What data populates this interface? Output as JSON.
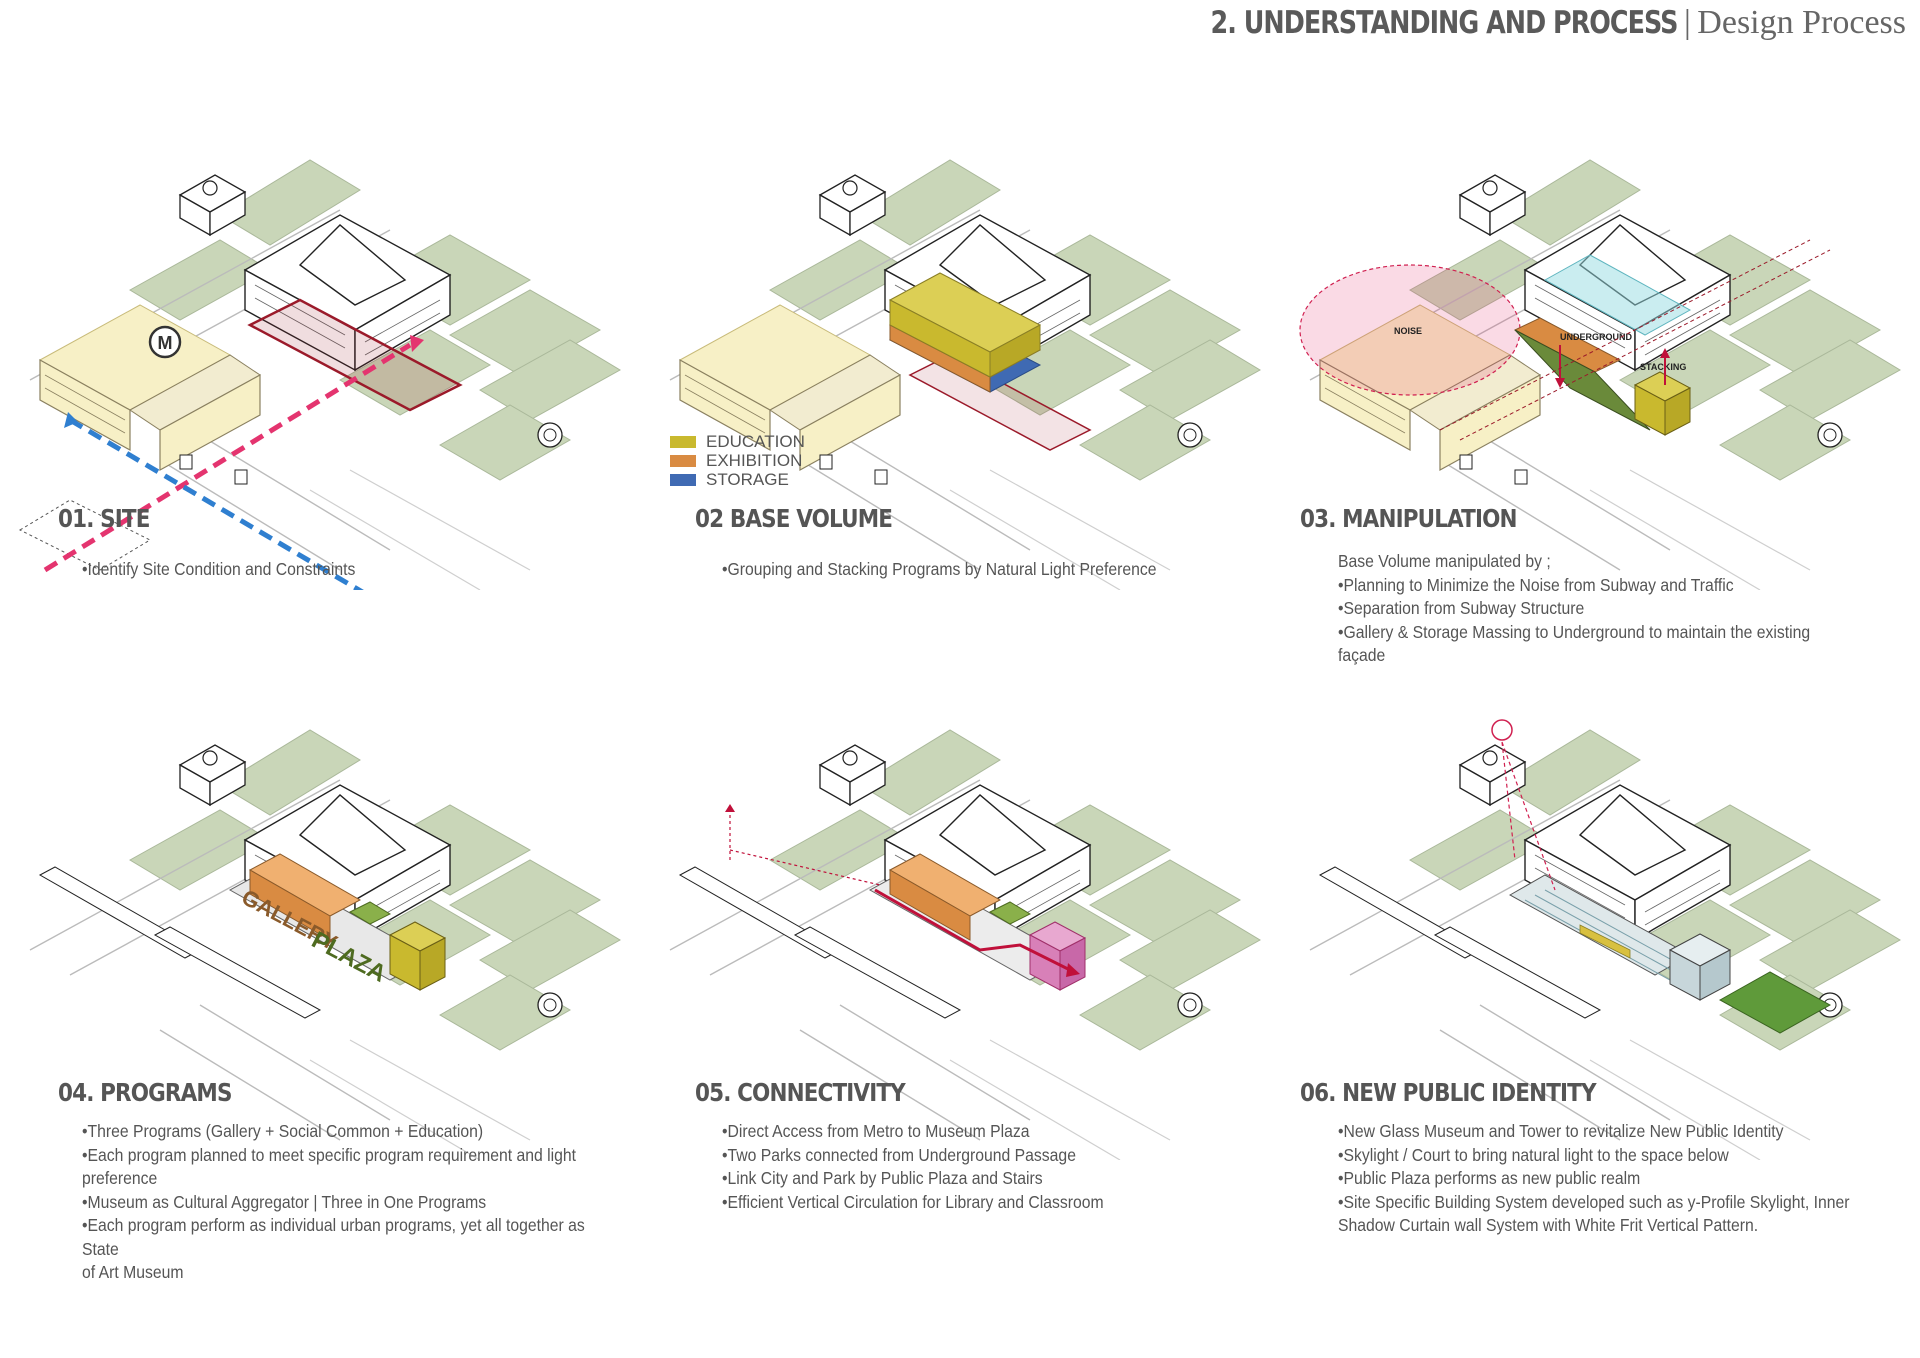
{
  "header": {
    "title_bold": "2. UNDERSTANDING AND PROCESS",
    "separator": "|",
    "title_light": "Design Process"
  },
  "colors": {
    "park_green": "#c9d6b8",
    "education": "#c9b92e",
    "exhibition": "#d98b42",
    "storage": "#3f6ab3",
    "metro_yellow": "#f7f0c6",
    "arrow_pink": "#e4346f",
    "arrow_blue": "#2f7fd0",
    "site_outline": "#9b1a2a"
  },
  "panels": [
    {
      "id": "site",
      "title": "01. SITE",
      "lines": [
        "•Identify Site Condition and Constraints"
      ],
      "labels": {
        "metro": "M"
      }
    },
    {
      "id": "base-volume",
      "title": "02 BASE VOLUME",
      "lines": [
        "•Grouping and Stacking Programs by Natural Light Preference"
      ],
      "legend": [
        {
          "label": "EDUCATION",
          "color": "#c9b92e"
        },
        {
          "label": "EXHIBITION",
          "color": "#d98b42"
        },
        {
          "label": "STORAGE",
          "color": "#3f6ab3"
        }
      ]
    },
    {
      "id": "manipulation",
      "title": "03. MANIPULATION",
      "lines": [
        "Base Volume manipulated by ;",
        "•Planning to Minimize the Noise from Subway and Traffic",
        "•Separation from Subway Structure",
        "•Gallery & Storage Massing to Underground to maintain the existing façade"
      ],
      "labels": {
        "noise": "NOISE",
        "underground": "UNDERGROUND",
        "stacking": "STACKING"
      }
    },
    {
      "id": "programs",
      "title": "04. PROGRAMS",
      "lines": [
        "•Three Programs (Gallery + Social Common + Education)",
        "•Each program planned to meet specific program requirement and light",
        "preference",
        "•Museum as Cultural Aggregator | Three in One Programs",
        "•Each program perform as individual urban programs, yet all together as State",
        "of Art Museum"
      ],
      "labels": {
        "gallery": "GALLERY",
        "plaza": "PLAZA"
      }
    },
    {
      "id": "connectivity",
      "title": "05. CONNECTIVITY",
      "lines": [
        "•Direct Access from Metro to Museum Plaza",
        "•Two Parks connected from Underground Passage",
        "•Link City and Park  by Public Plaza and Stairs",
        "•Efficient Vertical Circulation for Library and Classroom"
      ]
    },
    {
      "id": "public-identity",
      "title": "06. NEW PUBLIC IDENTITY",
      "lines": [
        "•New Glass Museum and Tower to revitalize New Public Identity",
        "•Skylight / Court to bring natural light to the space below",
        "•Public Plaza performs as new public realm",
        "•Site Specific Building System developed such as y-Profile Skylight, Inner",
        "Shadow Curtain wall System with White Frit Vertical Pattern."
      ]
    }
  ]
}
